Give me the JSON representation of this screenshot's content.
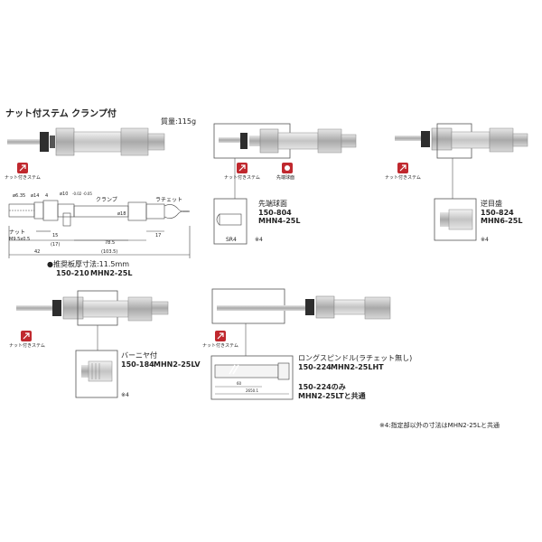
{
  "colors": {
    "accent": "#c0282e",
    "metal": "#bdbdbd",
    "dark": "#333333"
  },
  "main": {
    "title": "ナット付ステム クランプ付",
    "mass": "質量:115g",
    "badge_label": "ナット付きステム",
    "dims": {
      "d635": "ø6.35",
      "d14": "ø14",
      "d4": "4",
      "d10": "ø10",
      "d10_tol": "-0.02 -0.05",
      "clamp": "クランプ",
      "ratchet": "ラチェット",
      "d18": "ø18",
      "nut": "ナット",
      "thread": "M9.5x0.5",
      "d15": "15",
      "d17p": "(17)",
      "d785": "78.5",
      "d17": "17",
      "d42": "42",
      "d1035": "(103.5)"
    },
    "plate_note": "●推奨板厚寸法:11.5mm",
    "code": "150-210",
    "model": "MHN2-25L"
  },
  "variant_ball": {
    "badge1": "ナット付きステム",
    "badge2": "先端球面",
    "label": "先端球面",
    "code": "150-804",
    "model": "MHN4-25L",
    "sr": "SR4",
    "note": "※4"
  },
  "variant_reverse": {
    "badge": "ナット付きステム",
    "label": "逆目盛",
    "code": "150-824",
    "model": "MHN6-25L",
    "note": "※4"
  },
  "variant_vernier": {
    "badge": "ナット付きステム",
    "label": "バーニヤ付",
    "code": "150-184",
    "model": "MHN2-25LV",
    "note": "※4"
  },
  "variant_long": {
    "badge": "ナット付きステム",
    "label": "ロングスピンドル(ラチェット無し)",
    "code": "150-224",
    "model": "MHN2-25LHT",
    "only_code": "150-224のみ",
    "common": "MHN2-25LTと共通",
    "dim_a": "60",
    "dim_b": "2650.1"
  },
  "footnote": "※4:指定部以外の寸法はMHN2-25Lと共通"
}
